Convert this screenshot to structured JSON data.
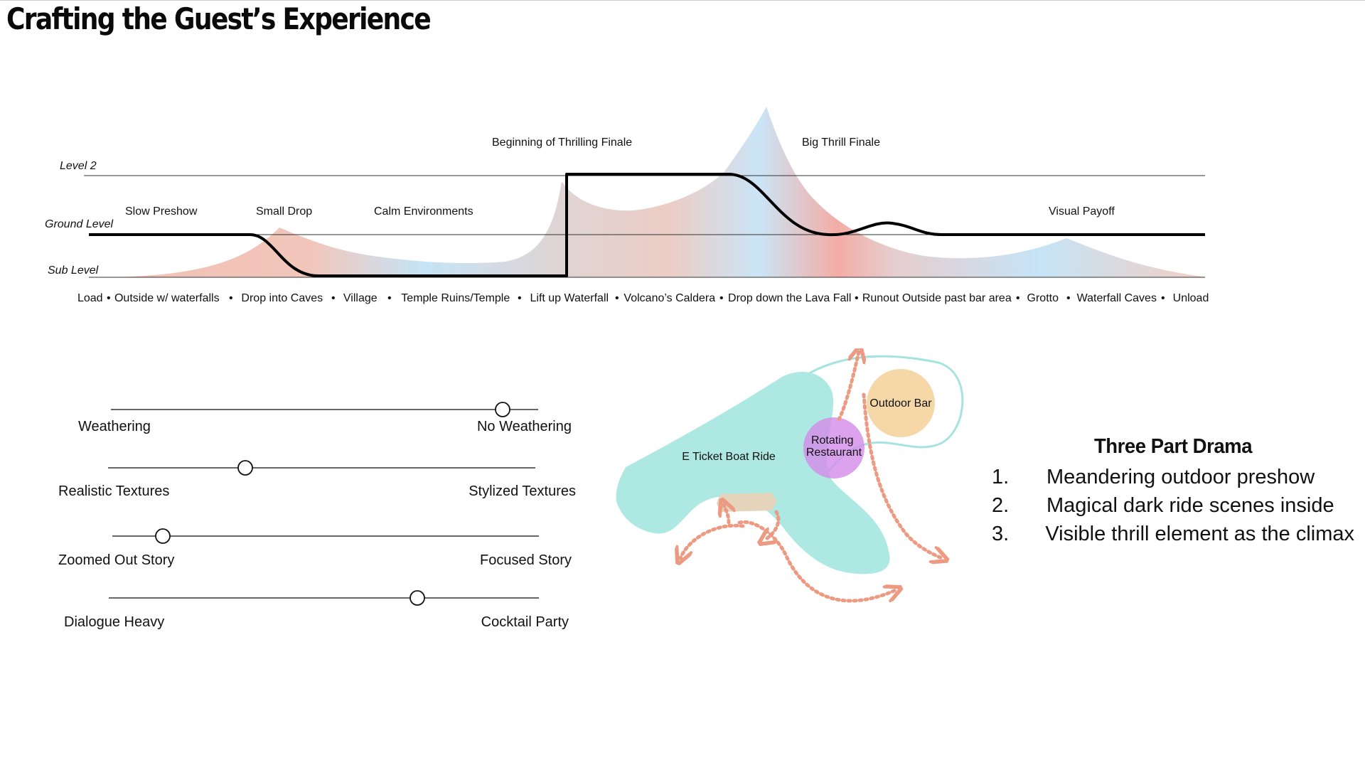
{
  "title": "Crafting the Guest’s Experience",
  "profile": {
    "levels": [
      "Level 2",
      "Ground Level",
      "Sub Level"
    ],
    "phase_labels": [
      "Slow Preshow",
      "Small Drop",
      "Calm Environments",
      "Beginning of Thrilling Finale",
      "Big Thrill Finale",
      "Visual Payoff"
    ],
    "sequence": [
      "Load",
      "Outside w/ waterfalls",
      "Drop into Caves",
      "Village",
      "Temple Ruins/Temple",
      "Lift up Waterfall",
      "Volcano’s Caldera",
      "Drop down the Lava Fall",
      "Runout Outside past bar area",
      "Grotto",
      "Waterfall Caves",
      "Unload"
    ],
    "colors": {
      "warm": "#eeb4a8",
      "cool": "#bfe1f6",
      "peak": "#f2a39b",
      "track": "#000000"
    }
  },
  "sliders": [
    {
      "left": "Weathering",
      "right": "No Weathering",
      "position": 0.91
    },
    {
      "left": "Realistic Textures",
      "right": "Stylized Textures",
      "position": 0.31
    },
    {
      "left": "Zoomed Out Story",
      "right": "Focused Story",
      "position": 0.12
    },
    {
      "left": "Dialogue Heavy",
      "right": "Cocktail Party",
      "position": 0.72
    }
  ],
  "site_map": {
    "ride_label": "E Ticket Boat Ride",
    "restaurant_label_1": "Rotating",
    "restaurant_label_2": "Restaurant",
    "bar_label": "Outdoor Bar",
    "colors": {
      "ride": "#aee8e2",
      "restaurant": "#d48ee9",
      "bar": "#f6d7a8",
      "path": "#ec9a82",
      "outline": "#a5e3e1",
      "bridge": "#e4d4bc"
    }
  },
  "drama": {
    "heading": "Three Part Drama",
    "items": [
      {
        "num": "1.",
        "text": "Meandering outdoor preshow"
      },
      {
        "num": "2.",
        "text": "Magical dark ride scenes inside"
      },
      {
        "num": "3.",
        "text": "Visible thrill element as the climax"
      }
    ]
  }
}
